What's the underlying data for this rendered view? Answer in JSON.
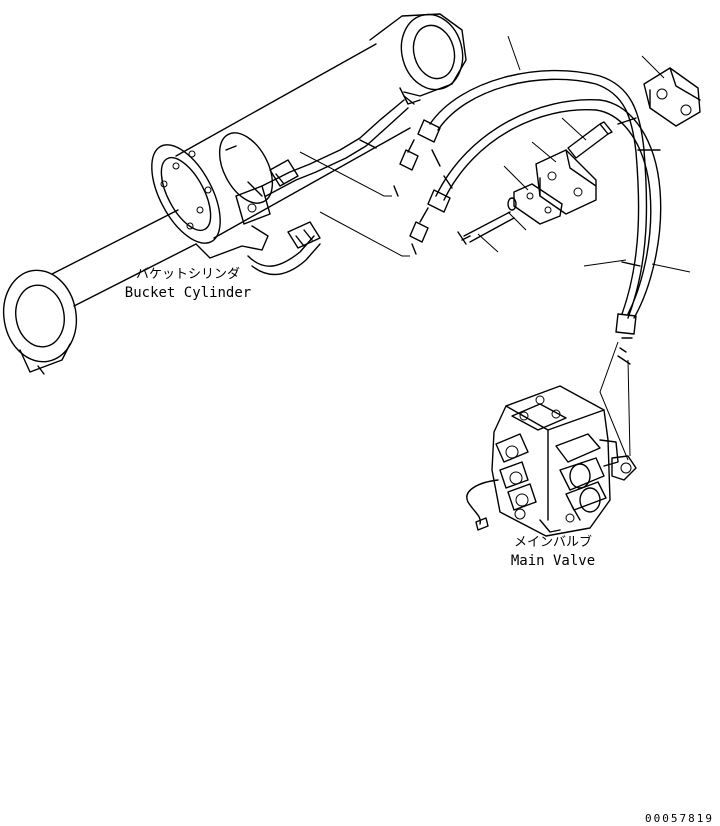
{
  "labels": {
    "bucket_cylinder_jp": "バケットシリンダ",
    "bucket_cylinder_en": "Bucket Cylinder",
    "main_valve_jp": "メインバルブ",
    "main_valve_en": "Main Valve"
  },
  "drawing_number": "00057819"
}
